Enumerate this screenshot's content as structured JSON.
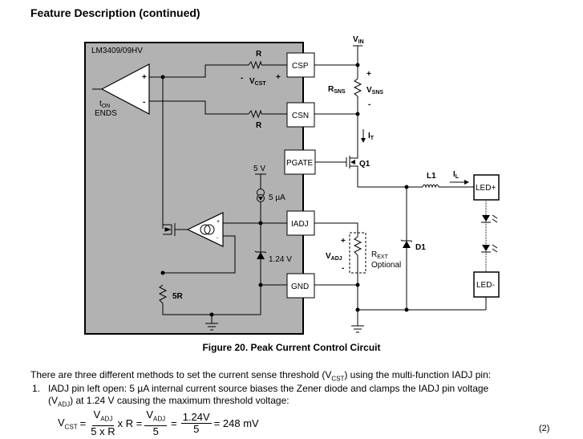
{
  "page": {
    "section_title": "Feature Description (continued)",
    "figure_caption": "Figure 20.  Peak Current Control Circuit",
    "paragraph": {
      "before": "There are three different methods to set the current sense threshold (V",
      "sub": "CST",
      "after": ") using the multi-function IADJ pin:"
    },
    "list": [
      {
        "number": "1.",
        "line1": "IADJ pin left open: 5 µA internal current source biases the Zener diode and clamps the IADJ pin voltage",
        "line2_pre": "(V",
        "line2_sub": "ADJ",
        "line2_post": ") at 1.24 V causing the maximum threshold voltage:"
      }
    ],
    "equation": {
      "lhs": "V",
      "lhs_sub": "CST",
      "eq1": "=",
      "frac1_num": "V",
      "frac1_num_sub": "ADJ",
      "frac1_den": "5 x R",
      "times_r": "x R =",
      "frac2_num": "V",
      "frac2_num_sub": "ADJ",
      "frac2_den": "5",
      "eq2": "=",
      "frac3_num": "1.24V",
      "frac3_den": "5",
      "result": "= 248 mV",
      "number": "(2)"
    }
  },
  "schematic": {
    "ic_name": "LM3409/09HV",
    "pins": {
      "csp": "CSP",
      "csn": "CSN",
      "pgate": "PGATE",
      "iadj": "IADJ",
      "gnd": "GND"
    },
    "comparator_output": {
      "t": "t",
      "t_sub": "ON",
      "line2": "ENDS"
    },
    "comparator_plus": "+",
    "comparator_minus": "-",
    "resistor_top": "R",
    "resistor_bottom": "R",
    "vcst": {
      "minus": "-",
      "v": "V",
      "sub": "CST",
      "plus": "+"
    },
    "supply_5v": "5 V",
    "current_source": "5 µA",
    "zener_voltage": "1.24 V",
    "resistor_5r": "5R",
    "vin": {
      "v": "V",
      "sub": "IN"
    },
    "rsns": {
      "r": "R",
      "sub": "SNS"
    },
    "vsns": {
      "plus": "+",
      "v": "V",
      "sub": "SNS",
      "minus": "-"
    },
    "it": {
      "i": "I",
      "sub": "T"
    },
    "q1": "Q1",
    "l1": "L1",
    "il": {
      "i": "I",
      "sub": "L"
    },
    "led_plus": "LED+",
    "led_minus": "LED-",
    "d1": "D1",
    "vadj": {
      "plus": "+",
      "v": "V",
      "sub": "ADJ",
      "minus": "-"
    },
    "rext": {
      "r": "R",
      "sub": "EXT",
      "optional": "Optional"
    },
    "amp_plus": "+",
    "amp_minus": "-"
  }
}
